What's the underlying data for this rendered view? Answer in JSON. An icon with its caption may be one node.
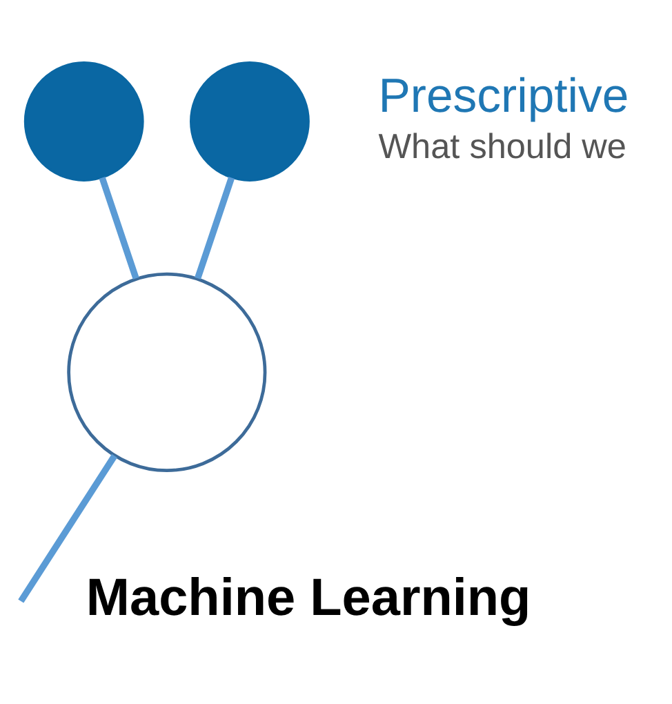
{
  "diagram": {
    "nodes": [
      {
        "text": [],
        "shape": "circle"
      },
      {
        "text": [],
        "shape": "circle",
        "beside": [
          "Prescriptive",
          "What should we"
        ]
      },
      {
        "text": [],
        "shape": "circle"
      }
    ],
    "edges": [
      {
        "from": 0,
        "to": 2,
        "arrow": "none"
      },
      {
        "from": 1,
        "to": 2,
        "arrow": "none"
      },
      {
        "from": 2,
        "to": null,
        "arrow": "none"
      }
    ],
    "labels": [
      "Machine Learning"
    ]
  }
}
